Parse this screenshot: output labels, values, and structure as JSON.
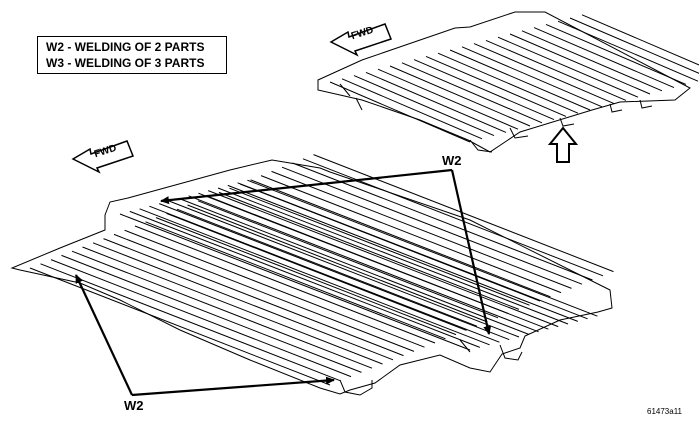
{
  "legend": {
    "line1": "W2 - WELDING OF 2 PARTS",
    "line2": "W3 - WELDING OF 3 PARTS"
  },
  "labels": {
    "fwd_top": "FWD",
    "fwd_left": "FWD",
    "w2_top": "W2",
    "w2_bottom": "W2"
  },
  "figure_code": "61473a11",
  "colors": {
    "line": "#000000",
    "background": "#ffffff"
  }
}
